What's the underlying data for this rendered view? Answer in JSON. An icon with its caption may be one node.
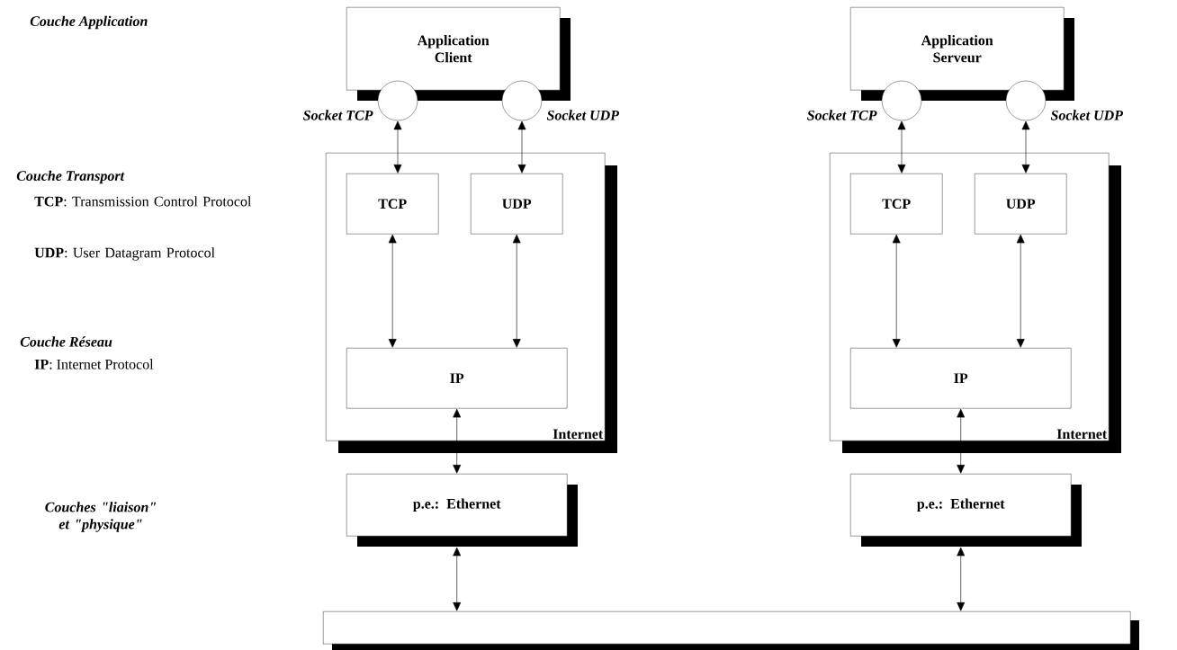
{
  "diagram": {
    "nodes": [
      {
        "text": [
          "Application Client"
        ]
      },
      {
        "text": [],
        "shape": "circle",
        "beside": [
          "Socket TCP"
        ]
      },
      {
        "text": [],
        "shape": "circle",
        "beside": [
          "Socket UDP"
        ]
      },
      {
        "text": [
          "Internet"
        ]
      },
      {
        "text": [
          "TCP"
        ],
        "in": 3
      },
      {
        "text": [
          "UDP"
        ],
        "in": 3
      },
      {
        "text": [
          "IP"
        ],
        "in": 3
      },
      {
        "text": [
          "p.e.: Ethernet"
        ]
      },
      {
        "text": [
          "Application Serveur"
        ]
      },
      {
        "text": [],
        "shape": "circle",
        "beside": [
          "Socket TCP"
        ]
      },
      {
        "text": [],
        "shape": "circle",
        "beside": [
          "Socket UDP"
        ]
      },
      {
        "text": [
          "Internet"
        ]
      },
      {
        "text": [
          "TCP"
        ],
        "in": 11
      },
      {
        "text": [
          "UDP"
        ],
        "in": 11
      },
      {
        "text": [
          "IP"
        ],
        "in": 11
      },
      {
        "text": [
          "p.e.: Ethernet"
        ]
      },
      {
        "text": [],
        "shape": "box"
      }
    ],
    "edges": [
      {
        "from": 1,
        "to": 4,
        "arrow": "both"
      },
      {
        "from": 2,
        "to": 5,
        "arrow": "both"
      },
      {
        "from": 4,
        "to": 6,
        "arrow": "both"
      },
      {
        "from": 5,
        "to": 6,
        "arrow": "both"
      },
      {
        "from": 6,
        "to": 7,
        "arrow": "both"
      },
      {
        "from": 7,
        "to": 16,
        "arrow": "both"
      },
      {
        "from": 9,
        "to": 12,
        "arrow": "both"
      },
      {
        "from": 10,
        "to": 13,
        "arrow": "both"
      },
      {
        "from": 12,
        "to": 14,
        "arrow": "both"
      },
      {
        "from": 13,
        "to": 14,
        "arrow": "both"
      },
      {
        "from": 14,
        "to": 15,
        "arrow": "both"
      },
      {
        "from": 15,
        "to": 16,
        "arrow": "both"
      }
    ],
    "labels": [
      "Couche Application",
      "Couche Transport",
      "**TCP**: Transmission Control Protocol",
      "**UDP**:  User Datagram Protocol",
      "Couche Réseau",
      "**IP**: Internet Protocol",
      "Couches \"liaison\" et \"physique\""
    ]
  }
}
